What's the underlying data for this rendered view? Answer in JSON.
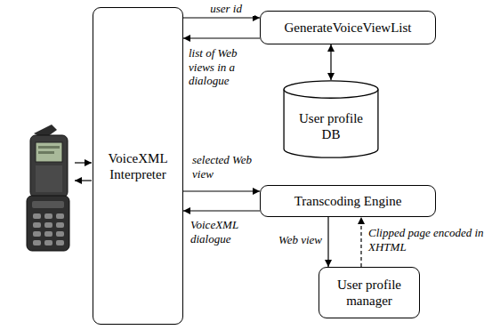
{
  "diagram": {
    "nodes": [
      {
        "text": [
          "VoiceXML Interpreter"
        ]
      },
      {
        "text": [
          "GenerateVoiceViewList"
        ]
      },
      {
        "text": [
          "User profile DB"
        ]
      },
      {
        "text": [
          "Transcoding Engine"
        ]
      },
      {
        "text": [
          "User profile manager"
        ]
      }
    ],
    "edges": [
      {
        "from": 0,
        "to": 1,
        "label": "user id",
        "arrow": "to"
      },
      {
        "from": 1,
        "to": 0,
        "label": "list of Web views in a dialogue",
        "arrow": "to"
      },
      {
        "from": 1,
        "to": 2,
        "arrow": "both"
      },
      {
        "from": 0,
        "to": 3,
        "label": "selected Web view",
        "arrow": "to"
      },
      {
        "from": 3,
        "to": 0,
        "label": "VoiceXML dialogue",
        "arrow": "to"
      },
      {
        "from": 3,
        "to": 4,
        "label": "Web view",
        "arrow": "to"
      },
      {
        "from": 4,
        "to": 3,
        "label": "Clipped page encoded in XHTML",
        "arrow": "to"
      }
    ]
  }
}
